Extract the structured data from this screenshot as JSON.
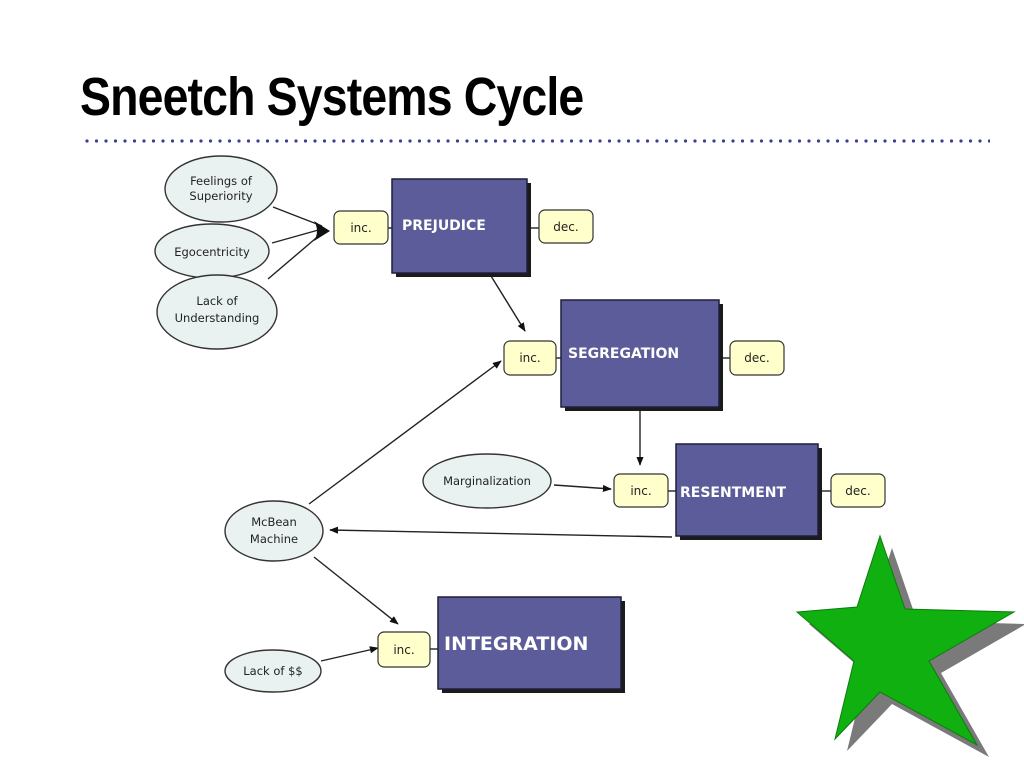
{
  "slide": {
    "title": "Sneetch Systems Cycle"
  },
  "diagram": {
    "factors": {
      "feelings": [
        "Feelings of",
        "Superiority"
      ],
      "egocentricity": [
        "Egocentricity"
      ],
      "understanding": [
        "Lack of",
        "Understanding"
      ],
      "marginalization": [
        "Marginalization"
      ],
      "mcbean": [
        "McBean",
        "Machine"
      ],
      "money": [
        "Lack of $$"
      ]
    },
    "stages": {
      "prejudice": "PREJUDICE",
      "segregation": "SEGREGATION",
      "resentment": "RESENTMENT",
      "integration": "INTEGRATION"
    },
    "tags": {
      "inc": "inc.",
      "dec": "dec."
    }
  },
  "decoration": {
    "star_color": "#11b011",
    "star_shadow": "#7a7a7a",
    "accent_dots": "#3a3f94"
  }
}
